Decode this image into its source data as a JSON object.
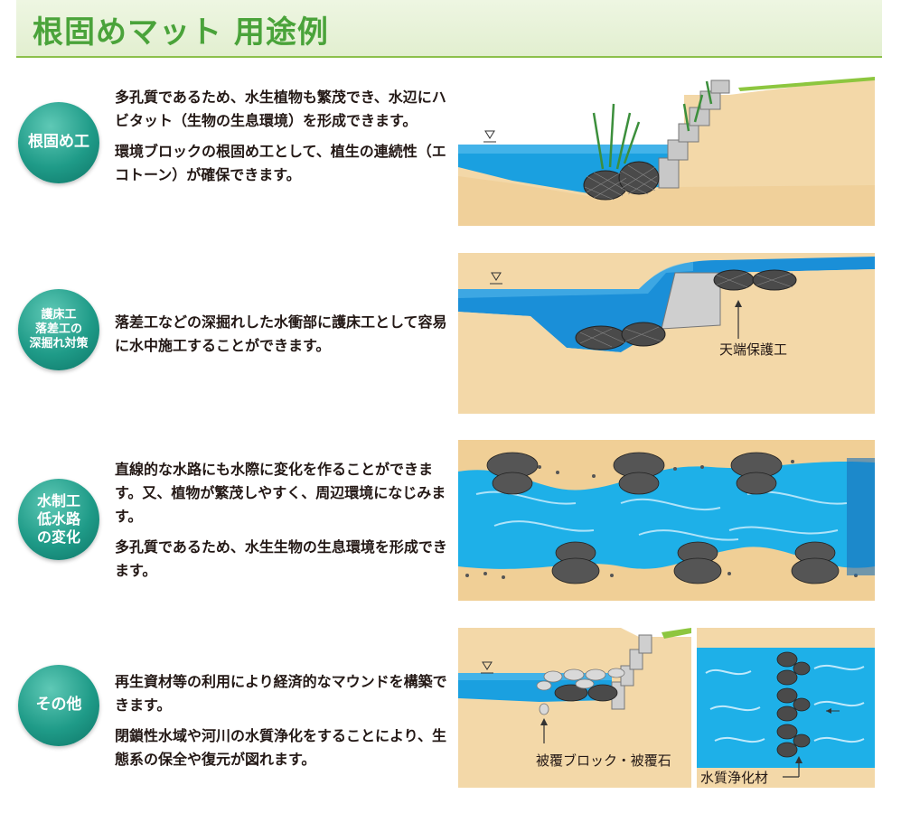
{
  "header": {
    "title": "根固めマット 用途例"
  },
  "rows": [
    {
      "badge": [
        "根固め工"
      ],
      "paragraphs": [
        "多孔質であるため、水生植物も繁茂でき、水辺にハビタット（生物の生息環境）を形成できます。",
        "環境ブロックの根固め工として、植生の連続性（エコトーン）が確保できます。"
      ]
    },
    {
      "badge": [
        "護床工",
        "落差工の",
        "深掘れ対策"
      ],
      "paragraphs": [
        "落差工などの深掘れした水衝部に護床工として容易に水中施工することができます。"
      ],
      "figure_label": "天端保護工"
    },
    {
      "badge": [
        "水制工",
        "低水路",
        "の変化"
      ],
      "paragraphs": [
        "直線的な水路にも水際に変化を作ることができます。又、植物が繁茂しやすく、周辺環境になじみます。",
        "多孔質であるため、水生生物の生息環境を形成できます。"
      ]
    },
    {
      "badge": [
        "その他"
      ],
      "paragraphs": [
        "再生資材等の利用により経済的なマウンドを構築できます。",
        "閉鎖性水域や河川の水質浄化をすることにより、生態系の保全や復元が図れます。"
      ],
      "figure_label_left": "被覆ブロック・被覆石",
      "figure_label_right": "水質浄化材"
    }
  ]
}
